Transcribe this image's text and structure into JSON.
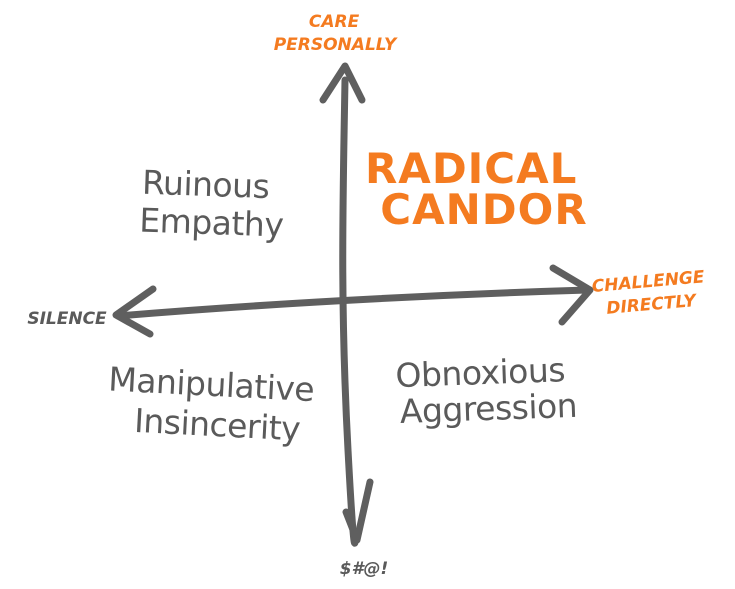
{
  "colors": {
    "accent": "#f47b20",
    "ink": "#5a5a5a",
    "axis": "#5f5f5f"
  },
  "axes": {
    "top": [
      "CARE",
      "PERSONALLY"
    ],
    "right": [
      "CHALLENGE",
      "DIRECTLY"
    ],
    "left": "SILENCE",
    "bottom": "$#@!"
  },
  "quadrants": {
    "top_left": [
      "Ruinous",
      "Empathy"
    ],
    "top_right": [
      "RADICAL",
      "CANDOR"
    ],
    "bottom_left": [
      "Manipulative",
      "Insincerity"
    ],
    "bottom_right": [
      "Obnoxious",
      "Aggression"
    ]
  }
}
